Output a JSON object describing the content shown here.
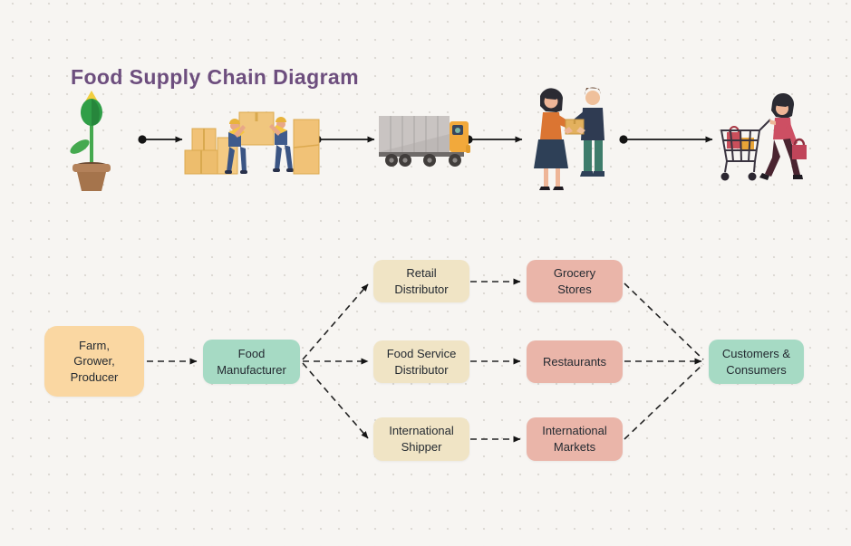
{
  "title": "Food Supply Chain Diagram",
  "colors": {
    "title": "#6d4e7e",
    "background": "#f7f5f2",
    "node_orange": "#fad7a2",
    "node_teal": "#a6dac4",
    "node_cream": "#f0e4c5",
    "node_pink": "#eab5a9",
    "connector": "#1c1c1c"
  },
  "top_flow": {
    "stages": [
      {
        "icon": "plant-sprout-icon",
        "meaning": "farm / grower"
      },
      {
        "icon": "warehouse-packing-icon",
        "meaning": "packing / manufacturing"
      },
      {
        "icon": "cargo-truck-icon",
        "meaning": "transport"
      },
      {
        "icon": "handoff-delivery-icon",
        "meaning": "distribution"
      },
      {
        "icon": "shopper-cart-icon",
        "meaning": "consumer"
      }
    ]
  },
  "flowchart": {
    "nodes": [
      {
        "id": "farm",
        "label": "Farm,\nGrower,\nProducer",
        "color": "#fad7a2"
      },
      {
        "id": "manufacturer",
        "label": "Food\nManufacturer",
        "color": "#a6dac4"
      },
      {
        "id": "retail",
        "label": "Retail\nDistributor",
        "color": "#f0e4c5"
      },
      {
        "id": "foodservice",
        "label": "Food Service\nDistributor",
        "color": "#f0e4c5"
      },
      {
        "id": "shipper",
        "label": "International\nShipper",
        "color": "#f0e4c5"
      },
      {
        "id": "grocery",
        "label": "Grocery\nStores",
        "color": "#eab5a9"
      },
      {
        "id": "restaurants",
        "label": "Restaurants",
        "color": "#eab5a9"
      },
      {
        "id": "markets",
        "label": "International\nMarkets",
        "color": "#eab5a9"
      },
      {
        "id": "customers",
        "label": "Customers &\nConsumers",
        "color": "#a6dac4"
      }
    ],
    "edges": [
      {
        "from": "farm",
        "to": "manufacturer",
        "style": "dashed"
      },
      {
        "from": "manufacturer",
        "to": "retail",
        "style": "dashed"
      },
      {
        "from": "manufacturer",
        "to": "foodservice",
        "style": "dashed"
      },
      {
        "from": "manufacturer",
        "to": "shipper",
        "style": "dashed"
      },
      {
        "from": "retail",
        "to": "grocery",
        "style": "dashed"
      },
      {
        "from": "foodservice",
        "to": "restaurants",
        "style": "dashed"
      },
      {
        "from": "shipper",
        "to": "markets",
        "style": "dashed"
      },
      {
        "from": "grocery",
        "to": "customers",
        "style": "dashed"
      },
      {
        "from": "restaurants",
        "to": "customers",
        "style": "dashed"
      },
      {
        "from": "markets",
        "to": "customers",
        "style": "dashed"
      }
    ]
  }
}
